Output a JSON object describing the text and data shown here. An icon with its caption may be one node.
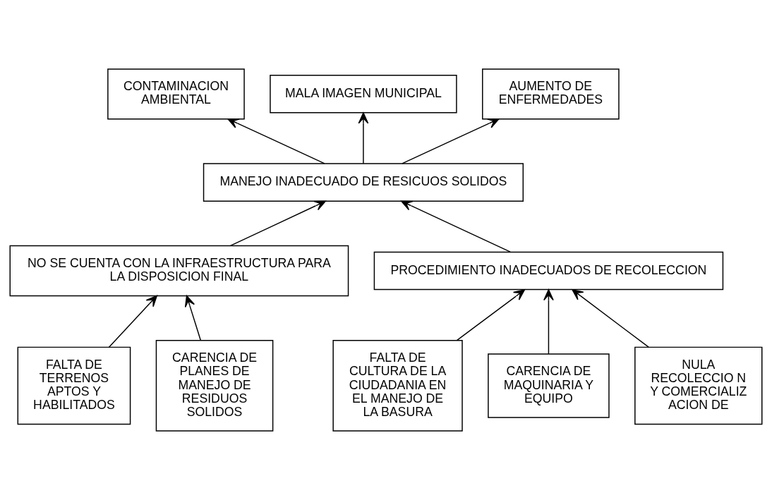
{
  "diagram": {
    "nodes": [
      {
        "text": [
          "CONTAMINACION AMBIENTAL"
        ]
      },
      {
        "text": [
          "MALA IMAGEN MUNICIPAL"
        ]
      },
      {
        "text": [
          "AUMENTO DE ENFERMEDADES"
        ]
      },
      {
        "text": [
          "MANEJO INADECUADO DE RESICUOS SOLIDOS"
        ]
      },
      {
        "text": [
          "NO SE CUENTA CON LA INFRAESTRUCTURA PARA LA DISPOSICION FINAL"
        ]
      },
      {
        "text": [
          "PROCEDIMIENTO INADECUADOS DE RECOLECCION"
        ]
      },
      {
        "text": [
          "FALTA DE TERRENOS APTOS Y HABILITADOS"
        ]
      },
      {
        "text": [
          "CARENCIA DE PLANES DE MANEJO DE RESIDUOS SOLIDOS"
        ]
      },
      {
        "text": [
          "FALTA DE CULTURA DE LA CIUDADANIA EN EL MANEJO DE LA BASURA"
        ]
      },
      {
        "text": [
          "CARENCIA DE MAQUINARIA Y EQUIPO"
        ]
      },
      {
        "text": [
          "NULA RECOLECCIO N Y COMERCIALIZ ACION DE"
        ]
      }
    ],
    "edges": [
      {
        "from": 3,
        "to": 0,
        "arrow": "to"
      },
      {
        "from": 3,
        "to": 1,
        "arrow": "to"
      },
      {
        "from": 3,
        "to": 2,
        "arrow": "to"
      },
      {
        "from": 4,
        "to": 3,
        "arrow": "to"
      },
      {
        "from": 5,
        "to": 3,
        "arrow": "to"
      },
      {
        "from": 6,
        "to": 4,
        "arrow": "to"
      },
      {
        "from": 7,
        "to": 4,
        "arrow": "to"
      },
      {
        "from": 8,
        "to": 5,
        "arrow": "to"
      },
      {
        "from": 9,
        "to": 5,
        "arrow": "to"
      },
      {
        "from": 10,
        "to": 5,
        "arrow": "to"
      }
    ]
  }
}
